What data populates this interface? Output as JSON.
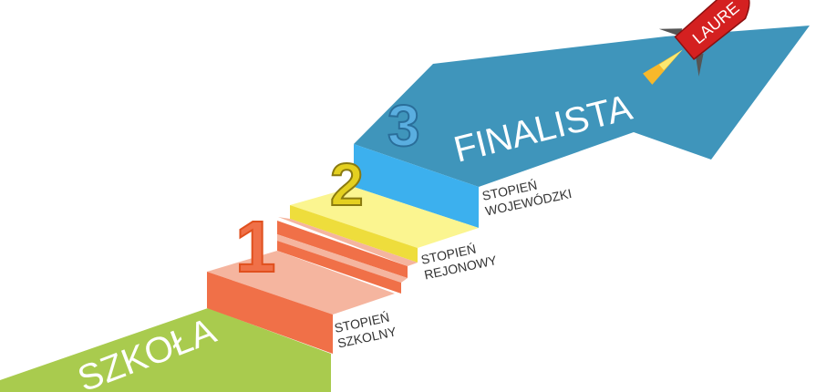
{
  "stages": {
    "school": {
      "label": "SZKOŁA",
      "color": "#a9cb4e"
    },
    "step1": {
      "number": "1",
      "line1": "STOPIEŃ",
      "line2": "SZKOLNY",
      "color": "#f07048"
    },
    "step2": {
      "number": "2",
      "line1": "STOPIEŃ",
      "line2": "REJONOWY",
      "color": "#f0de40"
    },
    "step3": {
      "number": "3",
      "line1": "STOPIEŃ",
      "line2": "WOJEWÓDZKI",
      "color": "#3cb0ee"
    },
    "finalist": {
      "label": "FINALISTA",
      "color": "#3f95bb"
    },
    "laureate": {
      "label": "LAURE",
      "color": "#d42020"
    }
  }
}
